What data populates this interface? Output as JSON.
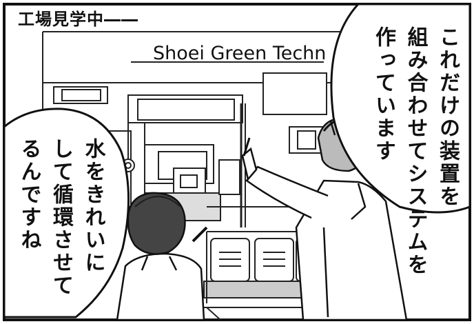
{
  "caption": "工場見学中――",
  "sign_text": "Shoei Green Techn",
  "bubble_right": {
    "line1": "これだけの装置を",
    "line2": "組み合わせてシステムを",
    "line3": "作っています"
  },
  "bubble_left": {
    "line1": "水をきれいに",
    "line2": "して循環させて",
    "line3": "るんですね"
  }
}
